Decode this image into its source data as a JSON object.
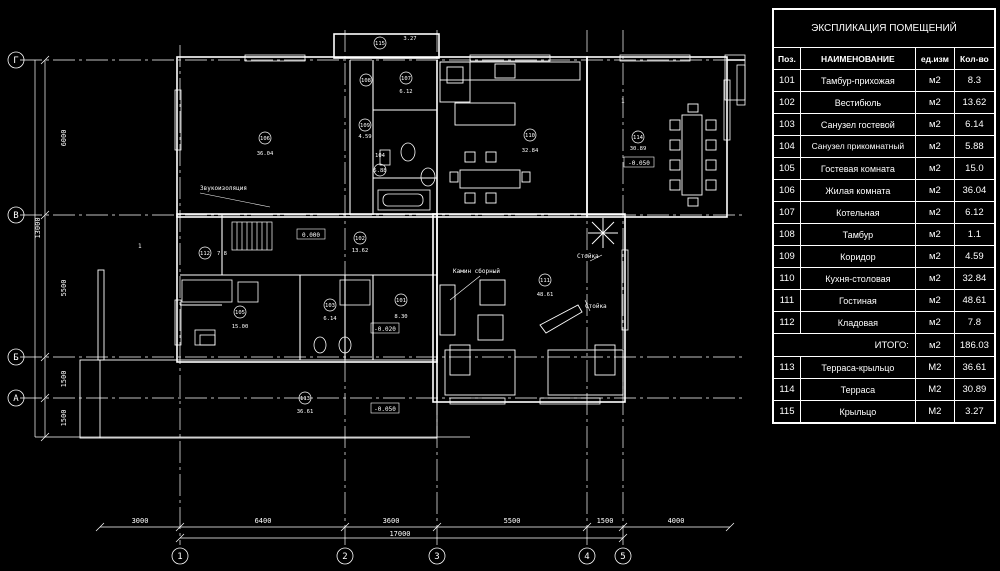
{
  "axes_letters": [
    "Г",
    "В",
    "Б",
    "А"
  ],
  "axes_numbers": [
    "1",
    "2",
    "3",
    "4",
    "5"
  ],
  "dims_bottom": [
    "3000",
    "6400",
    "3600",
    "5500",
    "1500",
    "4000"
  ],
  "dim_total": "17000",
  "dims_left": [
    "6000",
    "5500",
    "1500",
    "1500"
  ],
  "dim_left_total": "13000",
  "rooms": [
    {
      "num": "101",
      "area": "8.30"
    },
    {
      "num": "102",
      "area": "13.62"
    },
    {
      "num": "103",
      "area": "6.14"
    },
    {
      "num": "104",
      "area": "5.88"
    },
    {
      "num": "105",
      "area": "15.00"
    },
    {
      "num": "106",
      "area": "36.04"
    },
    {
      "num": "107",
      "area": "6.12"
    },
    {
      "num": "108",
      "area": "1.1"
    },
    {
      "num": "109",
      "area": "4.59"
    },
    {
      "num": "110",
      "area": "32.84"
    },
    {
      "num": "111",
      "area": "48.61"
    },
    {
      "num": "112",
      "area": "7.8"
    },
    {
      "num": "113",
      "area": "36.61"
    },
    {
      "num": "114",
      "area": "30.89"
    },
    {
      "num": "115",
      "area": "3.27"
    }
  ],
  "levels": {
    "zero": "0.000",
    "minus": "-0.020",
    "terrace": "-0.050",
    "terrace2": "-0.050"
  },
  "notes": {
    "soundproof": "Звукоизоляция",
    "fireplace": "Камин сборный",
    "column1": "Стойка",
    "column2": "Стойка",
    "mark1": "1",
    "mark2": "1"
  },
  "legend": {
    "title": "ЭКСПЛИКАЦИЯ ПОМЕЩЕНИЙ",
    "headers": [
      "Поз.",
      "НАИМЕНОВАНИЕ",
      "ед.изм",
      "Кол-во"
    ],
    "rows": [
      [
        "101",
        "Тамбур-прихожая",
        "м2",
        "8.3"
      ],
      [
        "102",
        "Вестибюль",
        "м2",
        "13.62"
      ],
      [
        "103",
        "Санузел гостевой",
        "м2",
        "6.14"
      ],
      [
        "104",
        "Санузел прикомнатный",
        "м2",
        "5.88"
      ],
      [
        "105",
        "Гостевая комната",
        "м2",
        "15.0"
      ],
      [
        "106",
        "Жилая комната",
        "м2",
        "36.04"
      ],
      [
        "107",
        "Котельная",
        "м2",
        "6.12"
      ],
      [
        "108",
        "Тамбур",
        "м2",
        "1.1"
      ],
      [
        "109",
        "Коридор",
        "м2",
        "4.59"
      ],
      [
        "110",
        "Кухня-столовая",
        "м2",
        "32.84"
      ],
      [
        "111",
        "Гостиная",
        "м2",
        "48.61"
      ],
      [
        "112",
        "Кладовая",
        "м2",
        "7.8"
      ]
    ],
    "total_label": "ИТОГО:",
    "total_unit": "м2",
    "total_value": "186.03",
    "extra_rows": [
      [
        "113",
        "Терраса-крыльцо",
        "М2",
        "36.61"
      ],
      [
        "114",
        "Терраса",
        "М2",
        "30.89"
      ],
      [
        "115",
        "Крыльцо",
        "М2",
        "3.27"
      ]
    ]
  }
}
